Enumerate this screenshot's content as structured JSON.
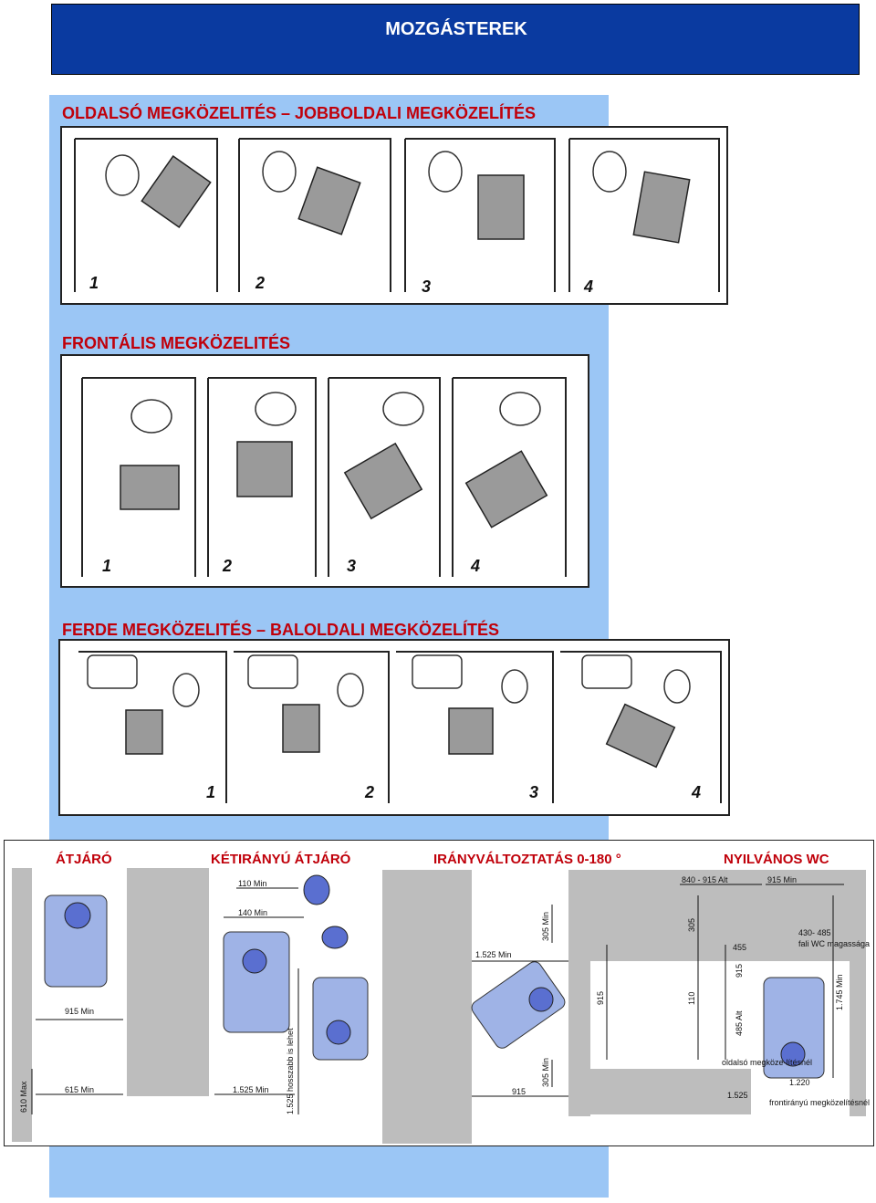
{
  "header": {
    "title": "MOZGÁSTEREK"
  },
  "sections": {
    "side": {
      "title": "OLDALSÓ MEGKÖZELITÉS – JOBBOLDALI MEGKÖZELÍTÉS",
      "steps": [
        "1",
        "2",
        "3",
        "4"
      ]
    },
    "front": {
      "title": "FRONTÁLIS MEGKÖZELITÉS",
      "steps": [
        "1",
        "2",
        "3",
        "4"
      ]
    },
    "oblique": {
      "title": "FERDE MEGKÖZELITÉS – BALOLDALI MEGKÖZELÍTÉS",
      "steps": [
        "1",
        "2",
        "3",
        "4"
      ]
    }
  },
  "bottom": {
    "titles": [
      "ÁTJÁRÓ",
      "KÉTIRÁNYÚ ÁTJÁRÓ",
      "IRÁNYVÁLTOZTATÁS 0-180 °",
      "NYILVÁNOS WC"
    ],
    "passage": {
      "width": "915 Min",
      "depth": "610 Max",
      "width2": "615 Min"
    },
    "two_way": {
      "w110": "110 Min",
      "w140": "140 Min",
      "w1525": "1.525 Min",
      "vertical": "1.525 hosszabb is lehet"
    },
    "turn": {
      "w1525": "1.525 Min",
      "h305a": "305 Min",
      "h915": "915",
      "h305b": "305 Min",
      "w915": "915"
    },
    "wc": {
      "top1": "840 - 915 Alt",
      "top2": "915 Min",
      "d305": "305",
      "d455": "455",
      "d110": "110",
      "d915": "915",
      "d485": "485 Alt",
      "h430": "430- 485",
      "h_label": "fali WC magassága",
      "d1745": "1.745 Min",
      "side_label": "oldalsó megköze-lítésnél",
      "d1525": "1.525",
      "d1220": "1.220",
      "front_label": "frontirányú megközelítésnél"
    }
  },
  "colors": {
    "header": "#0a3aa0",
    "band": "#9bc6f5",
    "title_red": "#c0000a",
    "figure": "#8fa3d8"
  }
}
